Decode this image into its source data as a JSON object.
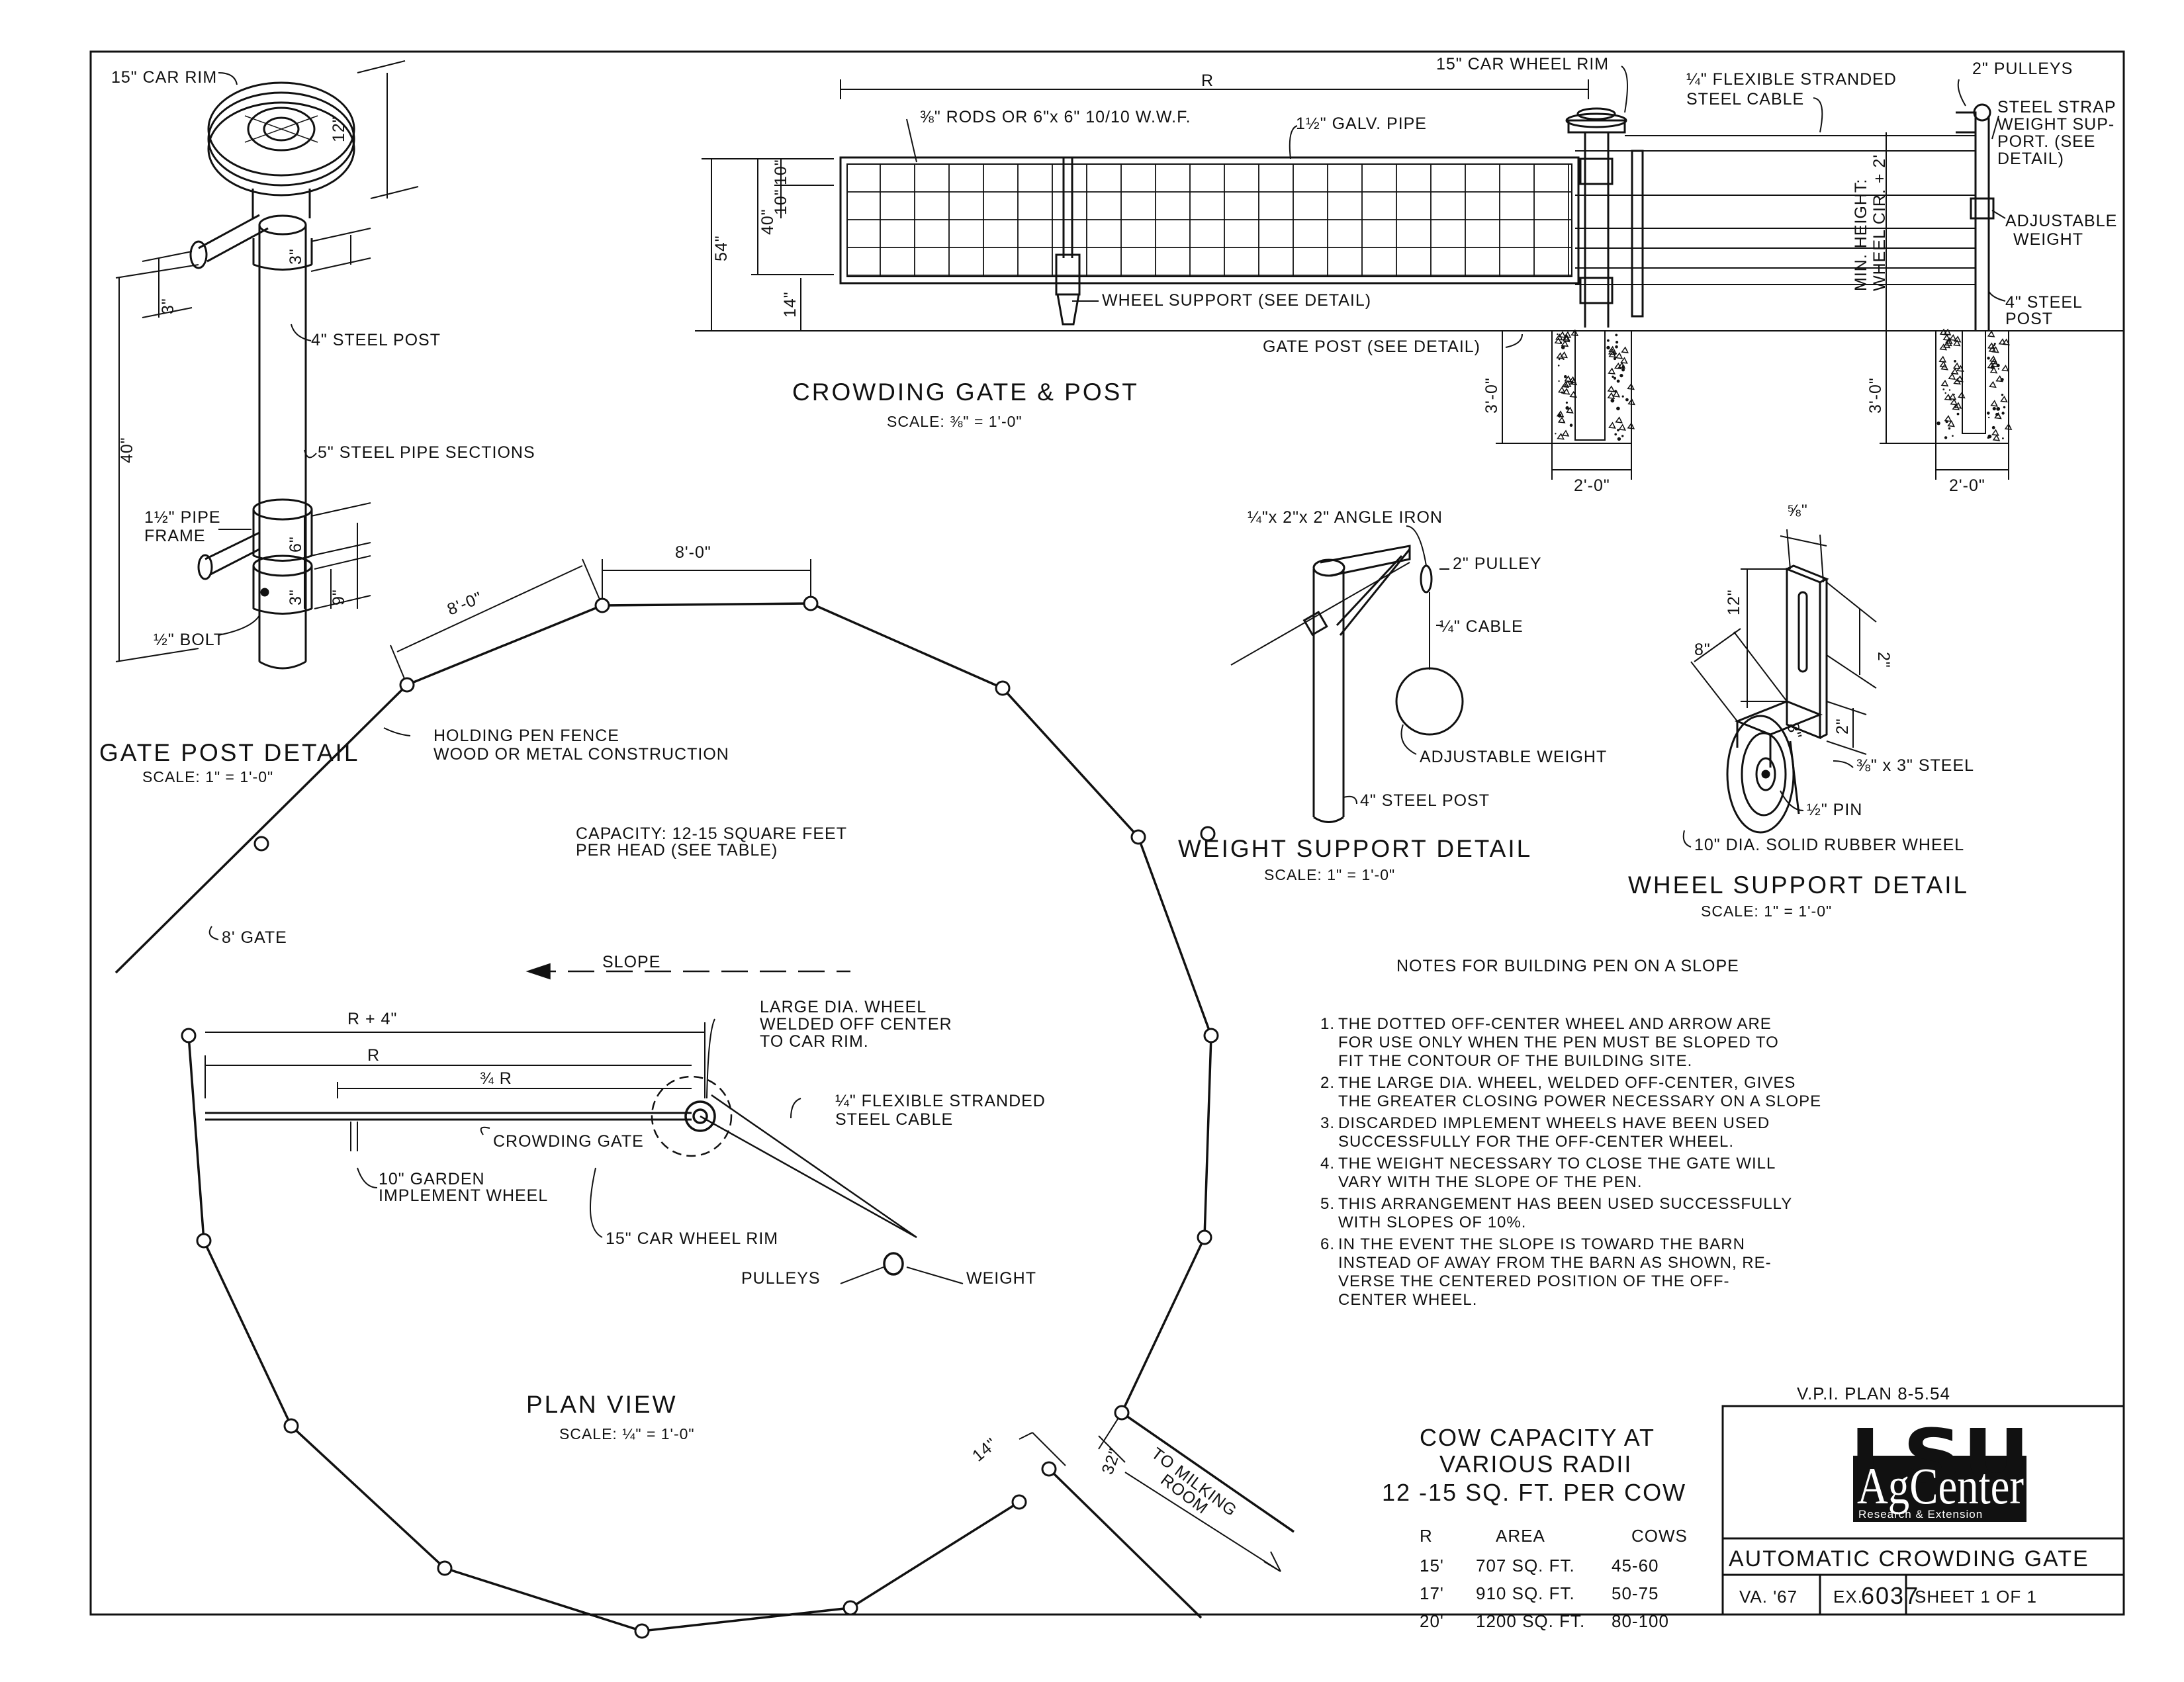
{
  "sheet": {
    "plan_ref": "V.P.I. PLAN 8-5.54"
  },
  "title_block": {
    "logo_main": "LSU",
    "logo_sub": "AgCenter",
    "logo_tag": "Research & Extension",
    "drawing_title": "AUTOMATIC CROWDING GATE",
    "state_year": "VA. '67",
    "ex_label": "EX.",
    "ex_number": "6037",
    "sheet_info": "SHEET 1 OF 1"
  },
  "gate_post_detail": {
    "title": "GATE POST DETAIL",
    "scale": "SCALE: 1\" = 1'-0\"",
    "labels": {
      "car_rim": "15\" CAR RIM",
      "steel_post": "4\" STEEL POST",
      "pipe_sections": "5\" STEEL PIPE SECTIONS",
      "pipe_frame_1": "1½\" PIPE",
      "pipe_frame_2": "FRAME",
      "bolt": "½\" BOLT"
    },
    "dims": {
      "d12": "12\"",
      "d3a": "3\"",
      "d3b": "3\"",
      "d40": "40\"",
      "d6": "6\"",
      "d3c": "3\"",
      "d9": "9\""
    }
  },
  "crowding_gate": {
    "title": "CROWDING GATE & POST",
    "scale": "SCALE: ⅜\" = 1'-0\"",
    "labels": {
      "r": "R",
      "rods": "⅜\" RODS OR 6\"x 6\" 10/10 W.W.F.",
      "galv_pipe": "1½\" GALV. PIPE",
      "wheel_rim": "15\" CAR WHEEL RIM",
      "cable_1": "¼\" FLEXIBLE STRANDED",
      "cable_2": "STEEL CABLE",
      "pulleys": "2\" PULLEYS",
      "strap_1": "STEEL STRAP",
      "strap_2": "WEIGHT SUP-",
      "strap_3": "PORT. (SEE",
      "strap_4": "DETAIL)",
      "adj_1": "ADJUSTABLE",
      "adj_2": "WEIGHT",
      "post_1": "4\" STEEL",
      "post_2": "POST",
      "wheel_support": "WHEEL SUPPORT (SEE DETAIL)",
      "gate_post": "GATE POST (SEE DETAIL)",
      "min_height_1": "MIN. HEIGHT:",
      "min_height_2": "WHEEL CIR. + 2'"
    },
    "dims": {
      "d54": "54\"",
      "d40": "40\"",
      "d10a": "10\"",
      "d10b": "10\"",
      "d14": "14\"",
      "d3a": "3'-0\"",
      "d2a": "2'-0\"",
      "d3b": "3'-0\"",
      "d2b": "2'-0\""
    }
  },
  "weight_support": {
    "title": "WEIGHT SUPPORT DETAIL",
    "scale": "SCALE: 1\" = 1'-0\"",
    "labels": {
      "angle_iron": "¼\"x 2\"x 2\" ANGLE IRON",
      "pulley": "2\" PULLEY",
      "cable": "¼\" CABLE",
      "weight": "ADJUSTABLE WEIGHT",
      "post": "4\" STEEL POST"
    }
  },
  "wheel_support": {
    "title": "WHEEL SUPPORT DETAIL",
    "scale": "SCALE: 1\" = 1'-0\"",
    "labels": {
      "d58": "⅝\"",
      "d12": "12\"",
      "d8a": "8\"",
      "d2a": "2\"",
      "d8b": "8\"",
      "d2b": "2\"",
      "steel": "⅜\" x 3\" STEEL",
      "pin": "½\" PIN",
      "wheel": "10\" DIA. SOLID RUBBER WHEEL"
    }
  },
  "plan_view": {
    "title": "PLAN VIEW",
    "scale": "SCALE: ¼\" = 1'-0\"",
    "labels": {
      "d8a": "8'-0\"",
      "d8b": "8'-0\"",
      "fence_1": "HOLDING PEN FENCE",
      "fence_2": "WOOD OR METAL CONSTRUCTION",
      "capacity_1": "CAPACITY: 12-15 SQUARE FEET",
      "capacity_2": "PER HEAD (SEE TABLE)",
      "gate8": "8' GATE",
      "slope": "SLOPE",
      "r4": "R + 4\"",
      "r": "R",
      "r34": "¾ R",
      "large_wheel_1": "LARGE DIA. WHEEL",
      "large_wheel_2": "WELDED OFF CENTER",
      "large_wheel_3": "TO CAR RIM.",
      "cable_1": "¼\" FLEXIBLE STRANDED",
      "cable_2": "STEEL CABLE",
      "crowding_gate": "CROWDING GATE",
      "garden_1": "10\" GARDEN",
      "garden_2": "IMPLEMENT WHEEL",
      "car_rim": "15\" CAR WHEEL RIM",
      "pulleys": "PULLEYS",
      "weight": "WEIGHT",
      "d14": "14\"",
      "d32": "32\"",
      "milking_1": "TO MILKING",
      "milking_2": "ROOM"
    }
  },
  "notes": {
    "heading": "NOTES FOR BUILDING PEN ON A SLOPE",
    "items": [
      [
        "1.",
        "THE DOTTED OFF-CENTER WHEEL AND ARROW ARE",
        "FOR USE ONLY WHEN THE PEN MUST BE SLOPED TO",
        "FIT THE CONTOUR OF THE BUILDING SITE."
      ],
      [
        "2.",
        "THE LARGE DIA. WHEEL, WELDED OFF-CENTER, GIVES",
        "THE GREATER CLOSING POWER NECESSARY ON A SLOPE"
      ],
      [
        "3.",
        "DISCARDED IMPLEMENT WHEELS HAVE BEEN USED",
        "SUCCESSFULLY FOR THE OFF-CENTER WHEEL."
      ],
      [
        "4.",
        "THE WEIGHT NECESSARY TO CLOSE THE GATE WILL",
        "VARY WITH THE SLOPE OF THE PEN."
      ],
      [
        "5.",
        "THIS ARRANGEMENT HAS BEEN USED SUCCESSFULLY",
        "WITH SLOPES OF 10%."
      ],
      [
        "6.",
        "IN THE EVENT THE SLOPE IS TOWARD THE BARN",
        "INSTEAD OF AWAY FROM THE BARN AS SHOWN, RE-",
        "VERSE THE CENTERED POSITION OF THE OFF-",
        "CENTER WHEEL."
      ]
    ]
  },
  "capacity_table": {
    "title_1": "COW CAPACITY AT",
    "title_2": "VARIOUS RADII",
    "title_3": "12 -15 SQ. FT. PER COW",
    "headers": [
      "R",
      "AREA",
      "COWS"
    ],
    "rows": [
      [
        "15'",
        "707 SQ. FT.",
        "45-60"
      ],
      [
        "17'",
        "910 SQ. FT.",
        "50-75"
      ],
      [
        "20'",
        "1200 SQ. FT.",
        "80-100"
      ]
    ]
  }
}
